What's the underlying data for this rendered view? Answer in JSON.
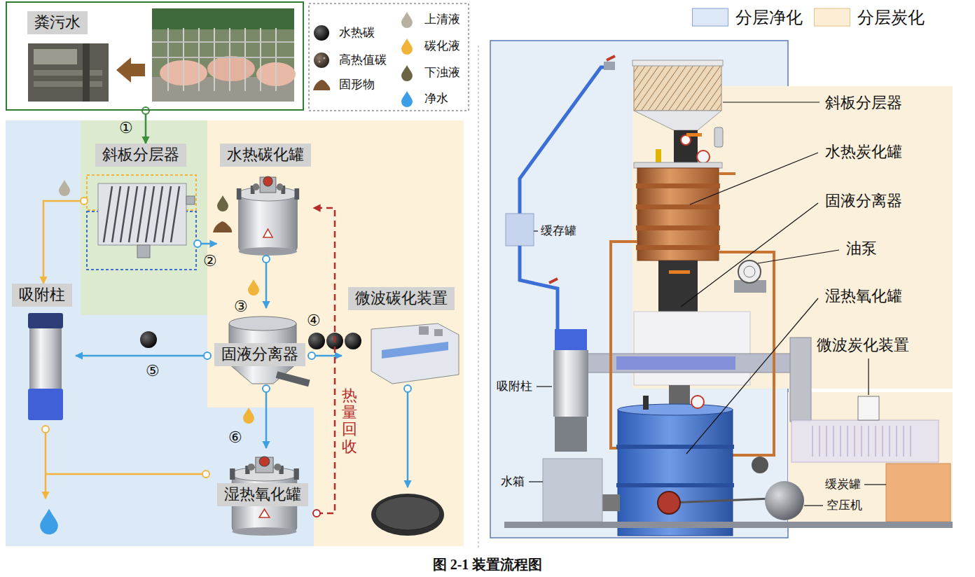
{
  "diagram": {
    "caption": "图 2-1 装置流程图",
    "nodes": [
      {
        "text": [
          "粪污水"
        ]
      },
      {
        "text": [
          "斜板分层器"
        ]
      },
      {
        "text": [
          "水热碳化罐"
        ]
      },
      {
        "text": [
          "吸附柱"
        ]
      },
      {
        "text": [
          "微波碳化装置"
        ]
      },
      {
        "text": [
          "固液分离器"
        ]
      },
      {
        "text": [
          "湿热氧化罐"
        ]
      }
    ],
    "edges": [
      {
        "from": 0,
        "to": 1,
        "arrow": "to",
        "label": "①"
      },
      {
        "from": 1,
        "to": 2,
        "arrow": "to",
        "label": "②"
      },
      {
        "from": 1,
        "to": 3,
        "arrow": "to"
      },
      {
        "from": 2,
        "to": 5,
        "arrow": "to",
        "label": "③"
      },
      {
        "from": 5,
        "to": 4,
        "arrow": "to",
        "label": "④"
      },
      {
        "from": 5,
        "to": 3,
        "arrow": "to",
        "label": "⑤"
      },
      {
        "from": 5,
        "to": 6,
        "arrow": "to",
        "label": "⑥"
      },
      {
        "from": 6,
        "to": 2,
        "arrow": "to",
        "label": "热量回收"
      }
    ],
    "labels": [
      "斜板分层器",
      "水热炭化罐",
      "固液分离器",
      "油泵",
      "湿热氧化罐",
      "微波炭化装置",
      "缓存罐",
      "吸附柱",
      "水箱",
      "缓炭罐",
      "空压机"
    ],
    "legend": [
      {
        "text": "水热碳"
      },
      {
        "text": "高热值碳"
      },
      {
        "text": "固形物"
      },
      {
        "text": "上清液"
      },
      {
        "text": "碳化液"
      },
      {
        "text": "下浊液"
      },
      {
        "text": "净水"
      },
      {
        "text": "分层净化",
        "color": "#dde8f6"
      },
      {
        "text": "分层炭化",
        "color": "#fbeed5"
      }
    ]
  }
}
